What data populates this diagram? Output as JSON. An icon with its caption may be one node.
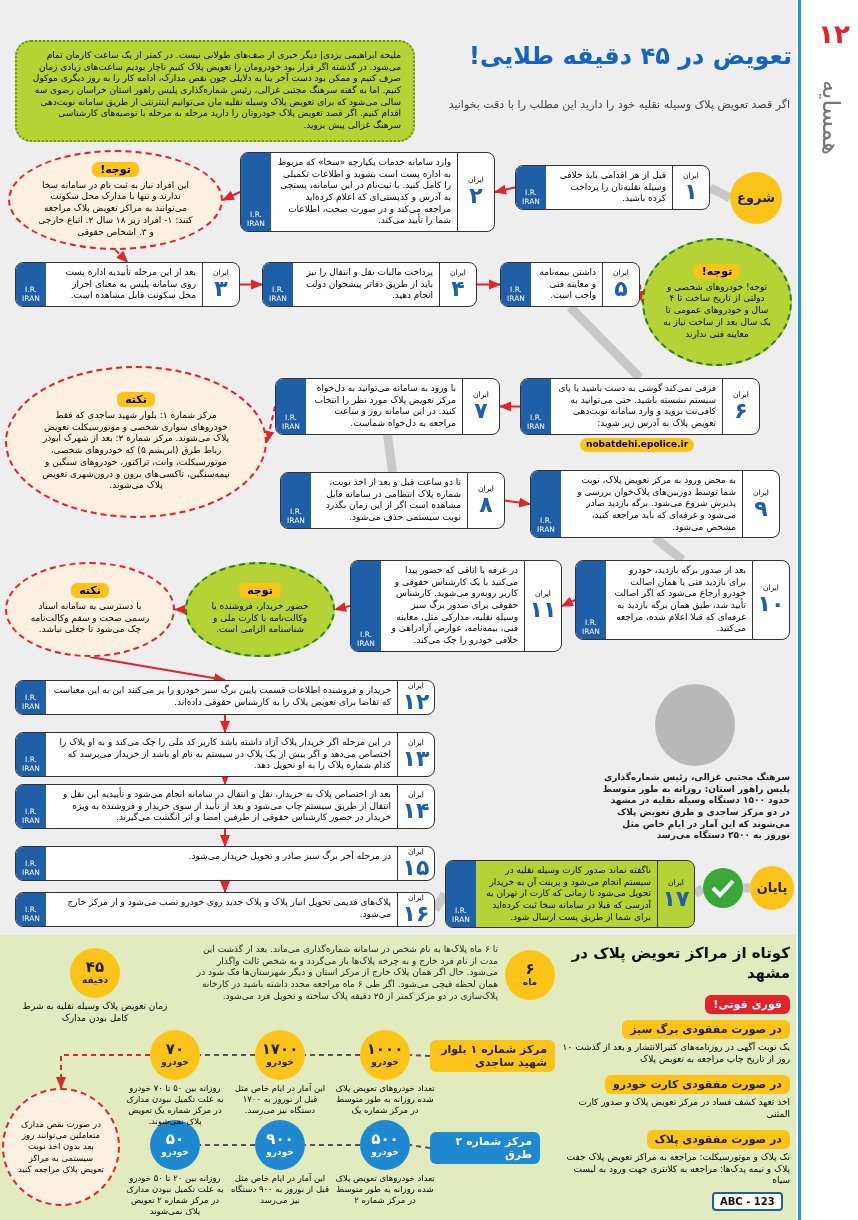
{
  "diagram": {
    "title": "تعویض در ۴۵ دقیقه طلایی!",
    "nodes": [
      {
        "text": [
          "ملیحه ابراهیمی یزدی| دیگر خبری از صف‌های طولانی نیست. در کمتر از یک ساعت کارمان تمام می‌شود. در گذشته اگر قرار بود خودرومان را تعویض پلاک کنیم ناچار بودیم ساعت‌های زیادی زمان صرف کنیم و ممکن بود دست آخر بنا به دلایلی چون نقص مدارک، ادامه کار را به روز دیگری موکول کنیم. اما به گفته سرهنگ مجتبی غزالی، رئیس شماره‌گذاری پلیس راهور استان خراسان رضوی سه سالی می‌شود که برای تعویض پلاک وسیله نقلیه مان می‌توانیم اینترنتی از طریق سامانه نوبت‌دهی اقدام کنیم. اگر قصد تعویض پلاک خودروتان را دارید مرحله به مرحله با توصیه‌های کارشناسی سرهنگ غزالی پیش بروید."
        ]
      },
      {
        "text": [
          "شروع"
        ]
      },
      {
        "text": [
          "ایران",
          "۱",
          "قبل از هر اقدامی باید خلافی وسیله نقلیه‌تان را پرداخت کرده باشید.",
          "I.R. IRAN"
        ]
      },
      {
        "text": [
          "ایران",
          "۲",
          "وارد سامانه خدمات یکپارچه «سخا» که مربوط به اداره پست است بشوید و اطلاعات تکمیلی را کامل کنید. با ثبت‌نام در این سامانه، پستچی به آدرس و کدپستی‌ای که اعلام کرده‌اید مراجعه می‌کند و در صورت صحت، اطلاعات شما را تأیید می‌کند.",
          "I.R. IRAN"
        ]
      },
      {
        "text": [
          "توجه!",
          "این افراد نیاز به ثبت نام در سامانه سخا ندارند و تنها با مدارک محل سکونت می‌توانند به مراکز تعویض پلاک مراجعه کنند: ۱- افراد زیر ۱۸ سال ۲. اتباع خارجی و ۳. اشخاص حقوقی"
        ]
      },
      {
        "text": [
          "ایران",
          "۳",
          "بعد از این مرحله تأییدیه اداره پست روی سامانه پلیس به معنای احراز محل سکونت قابل مشاهده است.",
          "I.R. IRAN"
        ]
      },
      {
        "text": [
          "ایران",
          "۴",
          "پرداخت مالیات نقل و انتقال را نیز باید از طریق دفاتر پیشخوان دولت انجام دهید.",
          "I.R. IRAN"
        ]
      },
      {
        "text": [
          "ایران",
          "۵",
          "داشتن بیمه‌نامه و معاینه فنی واجب است.",
          "I.R. IRAN"
        ]
      },
      {
        "text": [
          "توجه!",
          "توجه! خودروهای شخصی و دولتی از تاریخ ساخت تا ۴ سال و خودروهای عمومی تا یک سال بعد از ساخت نیاز به معاینه فنی ندارند"
        ]
      },
      {
        "text": [
          "ایران",
          "۶",
          "فرقی نمی‌کند گوشی به دست باشید یا پای سیستم نشسته باشید. حتی می‌توانید به کافی‌نت بروید و وارد سامانه نوبت‌دهی تعویض پلاک به آدرس زیر شوید:",
          "I.R. IRAN"
        ],
        "beside": [
          "nobatdehi.epolice.ir"
        ]
      },
      {
        "text": [
          "ایران",
          "۷",
          "با ورود به سامانه می‌توانید به دل‌خواه مرکز تعویض پلاک مورد نظر را انتخاب کنید. در این سامانه روز و ساعت مراجعه به دل‌خواه شماست.",
          "I.R. IRAN"
        ]
      },
      {
        "text": [
          "نکته",
          "مرکز شماره ۱: بلوار شهید ساجدی که فقط خودروهای سواری شخصی و موتورسیکلت تعویض پلاک می‌شوند. مرکز شماره ۲: بعد از شهرک ابوذر رباط طرق (ابریشم ۵) که خودروهای شخصی، موتورسیکلت، وانت، تراکتور، خودروهای سنگین و نیمه‌سنگین، تاکسی‌های برون و درون‌شهری تعویض پلاک می‌شوند."
        ]
      },
      {
        "text": [
          "ایران",
          "۸",
          "تا دو ساعت قبل و بعد از اخذ نوبت، شماره پلاک انتظامی در سامانه قابل مشاهده است اگر از این زمان بگذرد نوبت سیستمی حذف می‌شود.",
          "I.R. IRAN"
        ]
      },
      {
        "text": [
          "ایران",
          "۹",
          "به محض ورود به مرکز تعویض پلاک، نوبت شما توسط دوربین‌های پلاک‌خوان بررسی و پذیرش شروع می‌شود. برگه بازدید صادر می‌شود و غرفه‌ای که باید مراجعه کنید، مشخص می‌شود.",
          "I.R. IRAN"
        ]
      },
      {
        "text": [
          "ایران",
          "۱۰",
          "بعد از صدور برگه بازدید، خودرو برای بازدید فنی یا همان اصالت خودرو ارجاع می‌شود که اگر اصالت تأیید شد، طبق همان برگه بازدید به غرفه‌ای که قبلا اعلام شده، مراجعه می‌کنید.",
          "I.R. IRAN"
        ]
      },
      {
        "text": [
          "ایران",
          "۱۱",
          "در غرفه یا اتاقی که حضور پیدا می‌کنید با یک کارشناس حقوقی و کاربر روبه‌رو می‌شوید. کارشناس حقوقی برای صدور برگ سبز وسیله نقلیه، مدارکی مثل، معاینه فنی، بیمه‌نامه، عوارض آزادراهی و خلافی خودرو را چک می‌کند.",
          "I.R. IRAN"
        ]
      },
      {
        "text": [
          "توجه",
          "حضور خریدار، فروشنده یا وکالت‌نامه با کارت ملی و شناسنامه الزامی است."
        ]
      },
      {
        "text": [
          "نکته",
          "با دسترسی به سامانه اسناد رسمی صحت و سقم وکالت‌نامه چک می‌شود تا جعلی نباشد."
        ]
      },
      {
        "text": [
          "ایران",
          "۱۲",
          "خریدار و فروشنده اطلاعات قسمت پایین برگ سبز خودرو را پر می‌کنند این به این معناست که تقاضا برای تعویض پلاک را به کارشناس حقوقی داده‌اند.",
          "I.R. IRAN"
        ]
      },
      {
        "text": [
          "ایران",
          "۱۳",
          "در این مرحله اگر خریدار پلاک آزاد داشته باشد کاربر کد ملی را چک می‌کند و به او پلاک را اختصاص می‌دهد و اگر بیش از یک پلاک در سیستم به نام او باشد از خریدار می‌پرسد که کدام شماره پلاک را به او تحویل دهد.",
          "I.R. IRAN"
        ]
      },
      {
        "text": [
          "ایران",
          "۱۴",
          "بعد از اختصاص پلاک به خریدار، نقل و انتقال در سامانه انجام می‌شود و تأییدیه این نقل و انتقال از طریق سیستم چاپ می‌شود و بعد از تأیید از سوی خریدار و فروشنده به ویژه خریدار در حضور کارشناس حقوقی از طرفین امضا و اثر انگشت می‌گیرند.",
          "I.R. IRAN"
        ]
      },
      {
        "text": [
          "ایران",
          "۱۵",
          "در مرحله آخر برگ سبز صادر و تحویل خریدار می‌شود.",
          "I.R. IRAN"
        ]
      },
      {
        "text": [
          "ایران",
          "۱۶",
          "پلاک‌های قدیمی تحویل انبار پلاک و پلاک جدید روی خودرو نصب می‌شود و از مرکز خارج می‌شود.",
          "I.R. IRAN"
        ]
      },
      {
        "text": [
          "ایران",
          "۱۷",
          "ناگفته نماند صدور کارت وسیله نقلیه در سیستم انجام می‌شود و پرینت آن به خریدار تحویل می‌شود تا زمانی که کارت از تهران به آدرسی که قبلا در سامانه سخا ثبت کرده‌اید برای شما از طریق پست ارسال شود.",
          "I.R. IRAN"
        ]
      },
      {
        "text": [],
        "shape": "circle"
      },
      {
        "text": [
          "پایان"
        ]
      },
      {
        "text": [
          "۶",
          "ماه"
        ]
      },
      {
        "text": [
          "۴۵",
          "دقیقه"
        ],
        "beside": [
          "زمان تعویض پلاک وسیله نقلیه به شرط کامل بودن مدارک"
        ]
      },
      {
        "text": [
          "مرکز شماره ۱ بلوار شهید ساجدی"
        ]
      },
      {
        "text": [
          "۱۰۰۰",
          "خودرو"
        ],
        "beside": [
          "تعداد خودروهای تعویض پلاک شده روزانه به طور متوسط در مرکز شماره یک"
        ]
      },
      {
        "text": [
          "۱۷۰۰",
          "خودرو"
        ],
        "beside": [
          "این آمار در ایام خاص مثل قبل از نوروز به ۱۷۰۰ دستگاه نیز می‌رسد."
        ]
      },
      {
        "text": [
          "۷۰",
          "خودرو"
        ],
        "beside": [
          "روزانه بین ۵۰ تا ۷۰ خودرو به علت تکمیل نبودن مدارک در مرکز شماره یک تعویض پلاک نمی‌شوند."
        ]
      },
      {
        "text": [
          "در صورت نقص مدارک متعاملین می‌توانند روز بعد بدون اخذ نوبت سیستمی به مراکز تعویض پلاک مراجعه کنید"
        ]
      },
      {
        "text": [
          "مرکز شماره ۲ طرق"
        ]
      },
      {
        "text": [
          "۵۰۰",
          "خودرو"
        ],
        "beside": [
          "تعداد خودروهای تعویض پلاک شده روزانه به طور متوسط در مرکز شماره ۲"
        ]
      },
      {
        "text": [
          "۹۰۰",
          "خودرو"
        ],
        "beside": [
          "این آمار در ایام خاص مثل قبل از نوروز به ۹۰۰ دستگاه نیز می‌رسد"
        ]
      },
      {
        "text": [
          "۵۰",
          "خودرو"
        ],
        "beside": [
          "روزانه بین ۲۰ تا ۵۰ خودرو به علت تکمیل نبودن مدارک در مرکز شماره ۲ تعویض پلاک نمی‌شوند"
        ]
      },
      {
        "text": [
          "فوری فوتی!"
        ]
      },
      {
        "text": [
          "در صورت مفقودی برگ سبز"
        ],
        "beside": [
          "یک نوبت آگهی در روزنامه‌های کثیرالانتشار و بعد از گذشت ۱۰ روز از تاریخ چاپ مراجعه به تعویض پلاک"
        ]
      },
      {
        "text": [
          "در صورت مفقودی کارت خودرو"
        ],
        "beside": [
          "اخذ تعهد کشف فساد در مرکز تعویض پلاک و صدور کارت المثنی"
        ]
      },
      {
        "text": [
          "در صورت مفقودی پلاک"
        ],
        "beside": [
          "تک پلاک و موتورسیکلت: مراجعه به مراکز تعویض پلاک جفت پلاک و نیمه پدک‌ها: مراجعه به کلانتری جهت ورود به لیست سیاه"
        ]
      }
    ],
    "edges": [
      {
        "from": 1,
        "to": 2,
        "arrow": "none",
        "style": "thick",
        "color": "#c8c8c8"
      },
      {
        "from": 2,
        "to": 3,
        "arrow": "to"
      },
      {
        "from": 3,
        "to": 4,
        "arrow": "to"
      },
      {
        "from": 4,
        "to": 5,
        "arrow": "to",
        "style": "dashed"
      },
      {
        "from": 5,
        "to": 6,
        "arrow": "to"
      },
      {
        "from": 6,
        "to": 7,
        "arrow": "to"
      },
      {
        "from": 7,
        "to": 8,
        "arrow": "to",
        "style": "dashed"
      },
      {
        "from": 7,
        "to": 9,
        "arrow": "none",
        "style": "thick",
        "color": "#c8c8c8"
      },
      {
        "from": 9,
        "to": 10,
        "arrow": "to"
      },
      {
        "from": 10,
        "to": 11,
        "arrow": "to",
        "style": "dashed"
      },
      {
        "from": 10,
        "to": 12,
        "arrow": "none",
        "style": "thick",
        "color": "#c8c8c8"
      },
      {
        "from": 12,
        "to": 13,
        "arrow": "to"
      },
      {
        "from": 13,
        "to": 14,
        "arrow": "none",
        "style": "thick",
        "color": "#c8c8c8"
      },
      {
        "from": 14,
        "to": 15,
        "arrow": "to"
      },
      {
        "from": 15,
        "to": 16,
        "arrow": "to",
        "style": "dashed"
      },
      {
        "from": 16,
        "to": 17,
        "arrow": "to",
        "style": "dashed"
      },
      {
        "from": 17,
        "to": 18,
        "arrow": "to"
      },
      {
        "from": 18,
        "to": 19,
        "arrow": "to"
      },
      {
        "from": 19,
        "to": 20,
        "arrow": "to"
      },
      {
        "from": 20,
        "to": 21,
        "arrow": "to"
      },
      {
        "from": 21,
        "to": 22,
        "arrow": "to"
      },
      {
        "from": 22,
        "to": 23,
        "arrow": "none",
        "style": "thick",
        "color": "#c8c8c8"
      },
      {
        "from": 23,
        "to": 24,
        "arrow": "none",
        "style": "thick",
        "color": "#c8c8c8"
      },
      {
        "from": 24,
        "to": 25,
        "arrow": "none",
        "style": "thick",
        "color": "#c8c8c8"
      },
      {
        "from": 28,
        "to": 29,
        "arrow": "none",
        "style": "dashed",
        "color": "#555555"
      },
      {
        "from": 29,
        "to": 30,
        "arrow": "none",
        "style": "dashed",
        "color": "#555555"
      },
      {
        "from": 30,
        "to": 31,
        "arrow": "none",
        "style": "dashed",
        "color": "#555555"
      },
      {
        "from": 31,
        "to": 32,
        "arrow": "to",
        "style": "dashed"
      },
      {
        "from": 33,
        "to": 34,
        "arrow": "none",
        "style": "dashed",
        "color": "#555555"
      },
      {
        "from": 34,
        "to": 35,
        "arrow": "none",
        "style": "dashed",
        "color": "#555555"
      },
      {
        "from": 35,
        "to": 36,
        "arrow": "none",
        "style": "dashed",
        "color": "#555555"
      }
    ],
    "labels": [
      "اگر قصد تعویض پلاک وسیله نقلیه خود را دارید این مطلب را با دقت بخوانید",
      "۱۲",
      "همسایه",
      "سرهنگ مجتبی غزالی، رئیس شماره‌گذاری پلیس راهور استان: روزانه به طور متوسط حدود ۱۵۰۰ دستگاه وسیله نقلیه در مشهد در دو مرکز ساجدی و طرق تعویض پلاک می‌شوند که این آمار در ایام خاص مثل نوروز به ۲۵۰۰ دستگاه می‌رسد",
      "کوتاه از مراکز تعویض پلاک در مشهد",
      "تا ۶ ماه پلاک‌ها به نام شخص در سامانه شماره‌گذاری می‌ماند. بعد از گذشت این مدت از نام فرد خارج و به چرخه پلاک‌ها باز می‌گردد و به شخص ثالث واگذار می‌شود. حال اگر همان پلاک خارج از مرکز استان و دیگر شهرستان‌ها فک شود در همان لحظه قیچی می‌شود. اگر طی ۶ ماه مراجعه مجدد داشته باشید در کارخانه پلاک‌سازی در دو مرکز کمتر از ۲۵ دقیقه پلاک ساخته و تحویل فرد می‌شود.",
      "ABC - 123"
    ]
  }
}
